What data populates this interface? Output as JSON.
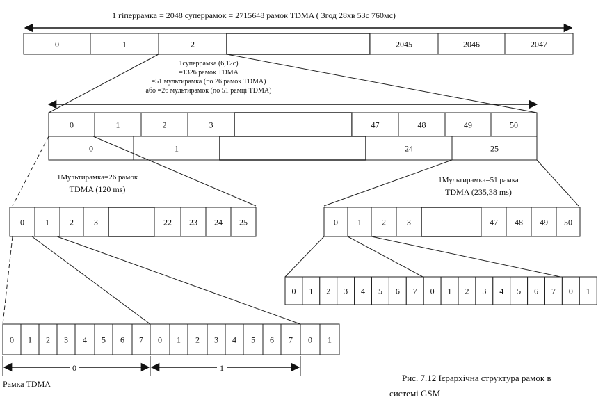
{
  "hyperframe": {
    "caption": "1 гіперрамка = 2048 суперрамок = 2715648 рамок TDMA ( 3год 28хв 53с 760мс)",
    "cells": [
      "0",
      "1",
      "2",
      "",
      "2045",
      "2046",
      "2047"
    ]
  },
  "superframe": {
    "caption_lines": [
      "1суперрамка (6,12с)",
      "=1326 рамок TDMA",
      "=51 мультирамка (по 26 рамок TDMA)",
      "або =26 мультирамок (по 51 рамці TDMA)"
    ],
    "top_cells": [
      "0",
      "1",
      "2",
      "3",
      "",
      "47",
      "48",
      "49",
      "50"
    ],
    "bottom_cells": [
      "0",
      "1",
      "",
      "24",
      "25"
    ]
  },
  "multiframe26": {
    "caption_lines": [
      "1Мультирамка=26 рамок",
      "TDMA (120 ms)"
    ],
    "cells": [
      "0",
      "1",
      "2",
      "3",
      "",
      "22",
      "23",
      "24",
      "25"
    ]
  },
  "multiframe51": {
    "caption_lines": [
      "1Мультирамка=51 рамка",
      "TDMA (235,38 ms)"
    ],
    "cells": [
      "0",
      "1",
      "2",
      "3",
      "",
      "47",
      "48",
      "49",
      "50"
    ]
  },
  "timeslots_right": {
    "cells": [
      "0",
      "1",
      "2",
      "3",
      "4",
      "5",
      "6",
      "7",
      "0",
      "1",
      "2",
      "3",
      "4",
      "5",
      "6",
      "7",
      "0",
      "1"
    ]
  },
  "timeslots_left": {
    "cells": [
      "0",
      "1",
      "2",
      "3",
      "4",
      "5",
      "6",
      "7",
      "0",
      "1",
      "2",
      "3",
      "4",
      "5",
      "6",
      "7",
      "0",
      "1"
    ],
    "span_labels": [
      "0",
      "1"
    ],
    "frame_label": "Рамка TDMA"
  },
  "figure_caption": {
    "lines": [
      "Рис. 7.12 Ієрархічна структура рамок в",
      "системі GSM"
    ]
  }
}
